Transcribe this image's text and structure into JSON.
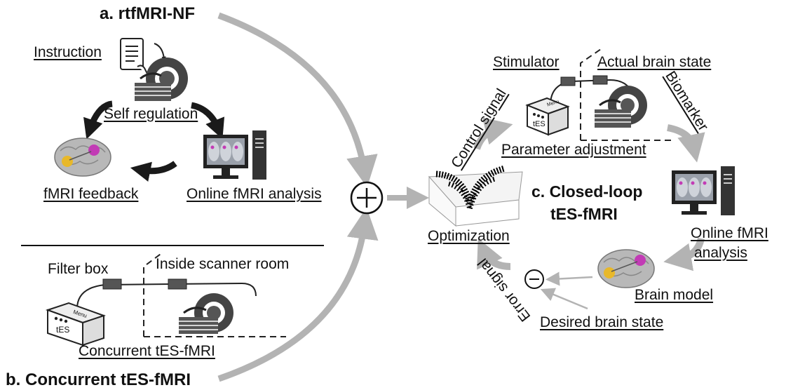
{
  "panel_a": {
    "title": "a. rtfMRI-NF",
    "instruction": "Instruction",
    "self_regulation": "Self regulation",
    "fmri_feedback": "fMRI feedback",
    "online_analysis": "Online fMRI analysis"
  },
  "panel_b": {
    "title": "b. Concurrent tES-fMRI",
    "filter_box": "Filter box",
    "inside_room": "Inside scanner room",
    "concurrent": "Concurrent tES-fMRI",
    "menu": "Menu",
    "tes": "tES"
  },
  "panel_c": {
    "title_line1": "c. Closed-loop",
    "title_line2": "tES-fMRI",
    "stimulator": "Stimulator",
    "actual_state": "Actual brain state",
    "control_signal": "Control signal",
    "biomarker": "Biomarker",
    "parameter_adjustment": "Parameter adjustment",
    "online_analysis_line1": "Online fMRI",
    "online_analysis_line2": "analysis",
    "optimization": "Optimization",
    "brain_model": "Brain model",
    "error_signal": "Error signal",
    "desired_state": "Desired brain state",
    "menu": "Menu",
    "tes": "tES"
  },
  "symbols": {
    "plus": "+",
    "minus": "−"
  },
  "colors": {
    "arrow_gray": "#b3b3b3",
    "arrow_black": "#1a1a1a",
    "brain_pink": "#c23bb5",
    "brain_yellow": "#e8b82a"
  }
}
